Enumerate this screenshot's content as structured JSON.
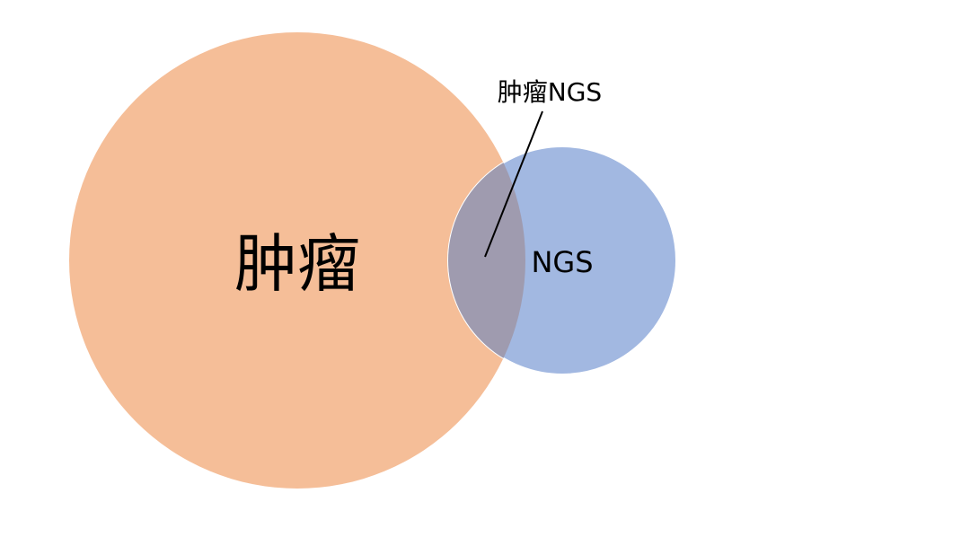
{
  "diagram": {
    "type": "venn",
    "sets": [
      {
        "label": "肿瘤",
        "color": "#F5BE98"
      },
      {
        "label": "NGS",
        "color": "#A2B8E1"
      }
    ],
    "intersection": {
      "label": "肿瘤NGS",
      "color": "#9F9BAF"
    }
  }
}
